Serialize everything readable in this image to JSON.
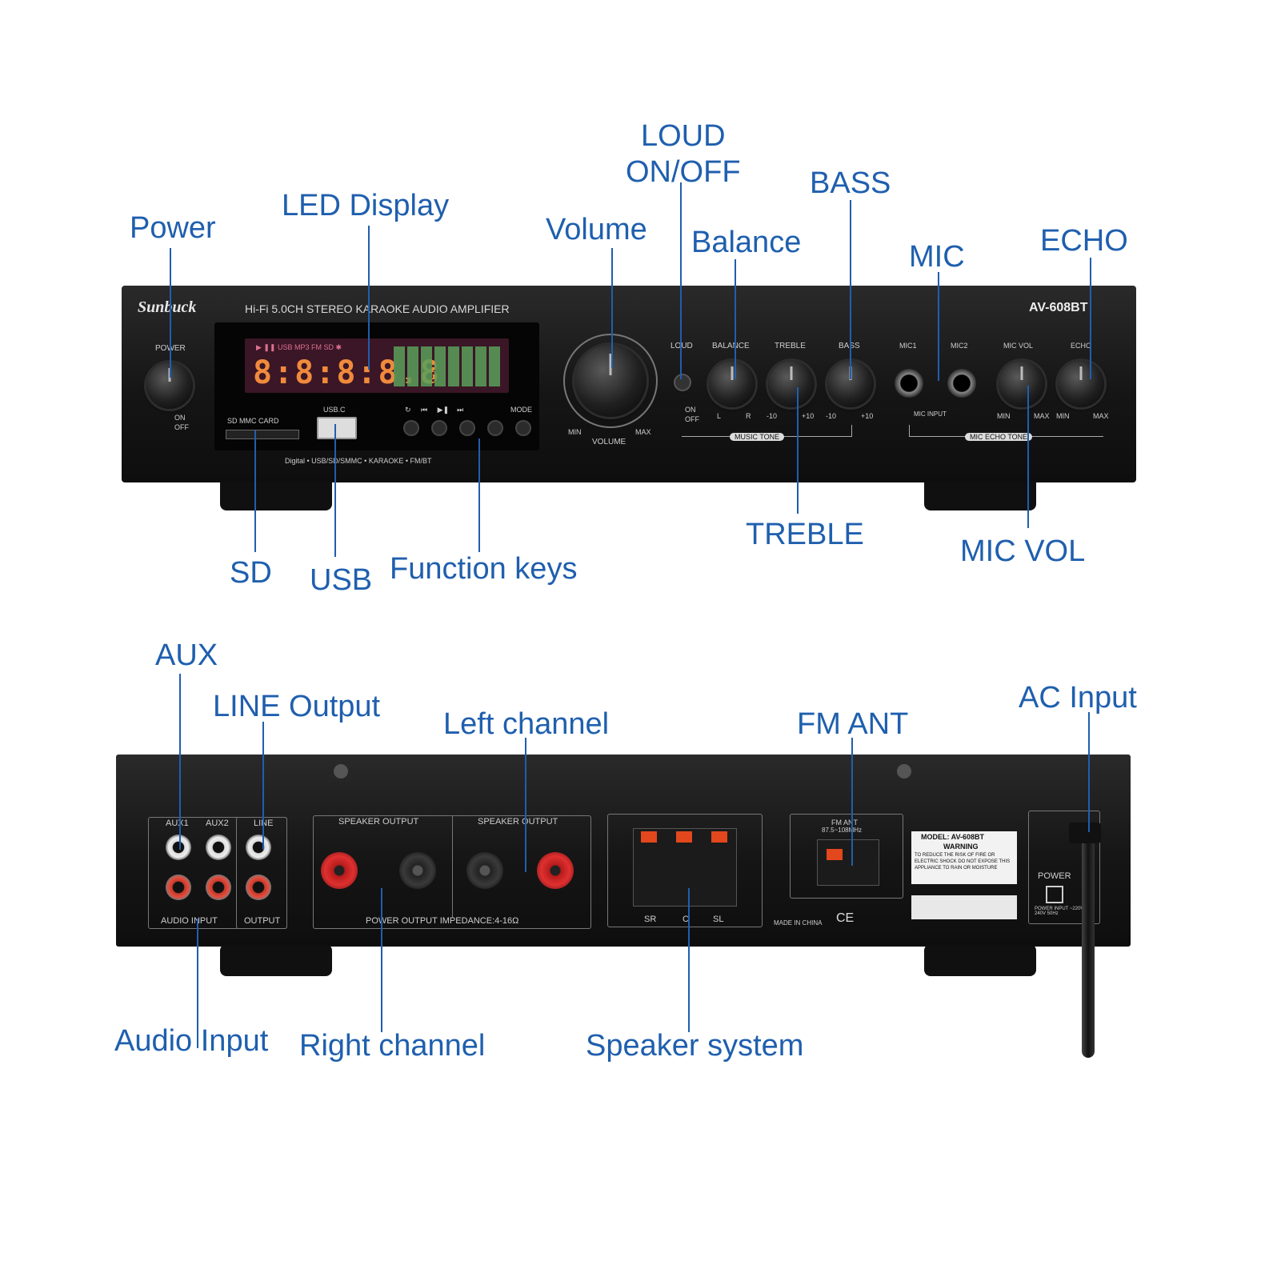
{
  "callouts": {
    "power": "Power",
    "led_display": "LED Display",
    "volume": "Volume",
    "loud": "LOUD\nON/OFF",
    "balance": "Balance",
    "bass": "BASS",
    "mic": "MIC",
    "echo": "ECHO",
    "sd": "SD",
    "usb": "USB",
    "function_keys": "Function keys",
    "treble": "TREBLE",
    "mic_vol": "MIC VOL",
    "aux": "AUX",
    "line_output": "LINE Output",
    "left_channel": "Left channel",
    "fm_ant": "FM ANT",
    "ac_input": "AC Input",
    "audio_input": "Audio Input",
    "right_channel": "Right channel",
    "speaker_system": "Speaker system"
  },
  "front": {
    "brand": "Sunbuck",
    "tagline": "Hi-Fi 5.0CH STEREO KARAOKE AUDIO AMPLIFIER",
    "model": "AV-608BT",
    "power_label": "POWER",
    "on": "ON",
    "off": "OFF",
    "display_digits": "8:8:8:8.8",
    "display_icons": "▶  ❚❚  USB  MP3  FM  SD  ✱",
    "card_label": "SD MMC CARD",
    "usb_label": "USB.C",
    "mode_label": "MODE",
    "features": "Digital  • USB/SD/SMMC  • KARAOKE  • FM/BT",
    "volume_label": "VOLUME",
    "min": "MIN",
    "max": "MAX",
    "loud_label": "LOUD",
    "balance_label": "BALANCE",
    "treble_label": "TREBLE",
    "bass_label": "BASS",
    "l": "L",
    "r": "R",
    "minus10": "-10",
    "plus10": "+10",
    "music_tone": "MUSIC TONE",
    "mic1": "MIC1",
    "mic2": "MIC2",
    "mic_input": "MIC INPUT",
    "mic_vol_label": "MIC VOL",
    "echo_label": "ECHO",
    "mic_echo_tone": "MIC  ECHO TONE"
  },
  "rear": {
    "aux1": "AUX1",
    "aux2": "AUX2",
    "line": "LINE",
    "audio_input": "AUDIO INPUT",
    "output": "OUTPUT",
    "speaker_output": "SPEAKER OUTPUT",
    "impedance": "POWER OUTPUT IMPEDANCE:4-16Ω",
    "sr": "SR",
    "c": "C",
    "sl": "SL",
    "fm_ant": "FM ANT",
    "fm_range": "87.5~108MHz",
    "model": "MODEL: AV-608BT",
    "warning": "WARNING",
    "warning_text": "TO REDUCE THE RISK OF FIRE OR ELECTRIC SHOCK DO NOT EXPOSE THIS APPLIANCE TO RAIN OR MOISTURE",
    "made_in": "MADE IN CHINA",
    "ce": "CE",
    "power": "POWER",
    "power_input": "POWER INPUT ~220V-240V 50Hz"
  }
}
